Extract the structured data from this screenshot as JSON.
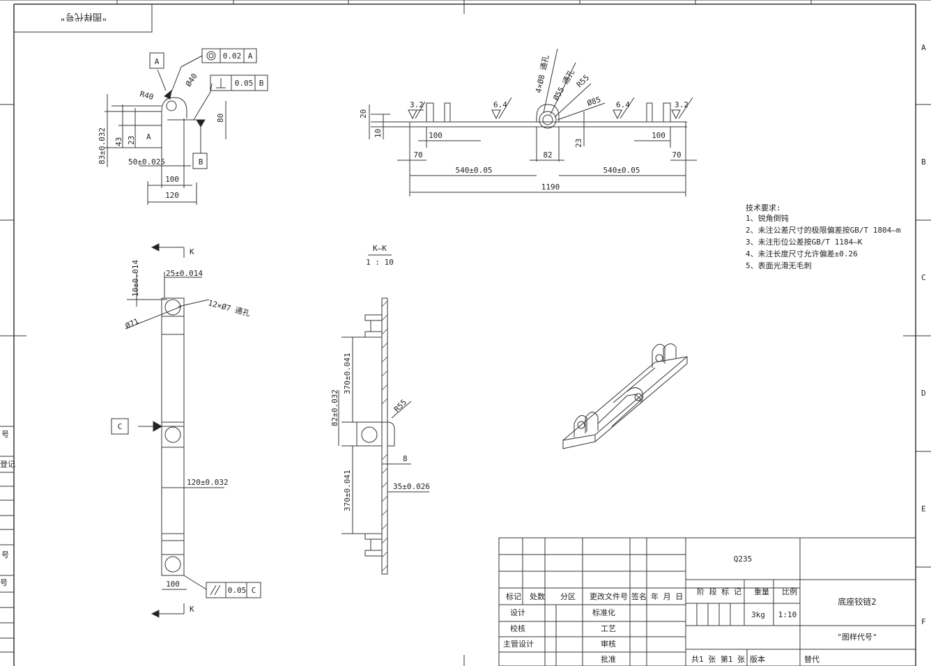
{
  "code_box": "\"图样代号\"",
  "zone_letters": [
    "A",
    "B",
    "C",
    "D",
    "E",
    "F"
  ],
  "left_margin_labels": [
    "号",
    "登记",
    "号",
    "号"
  ],
  "view_top_left": {
    "datum_a": "A",
    "datum_b": "B",
    "conc_tol": "0.02",
    "conc_ref": "A",
    "perp_tol": "0.05",
    "perp_ref": "B",
    "r40": "R40",
    "d40": "Ø40",
    "d83": "83±0.032",
    "d43": "43",
    "d23": "23",
    "d80": "80",
    "dA": "A",
    "d50": "50±0.025",
    "d100": "100",
    "d120": "120"
  },
  "view_top_right": {
    "d20": "20",
    "d10": "10",
    "r32a": "3.2",
    "r64a": "6.4",
    "r64b": "6.4",
    "r32b": "3.2",
    "hole4": "4×Ø8 通孔",
    "hole55": "Ø55 通孔",
    "r55": "R55",
    "d85": "Ø85",
    "d100a": "100",
    "d100b": "100",
    "d70a": "70",
    "d70b": "70",
    "d82": "82",
    "d23": "23",
    "d540a": "540±0.05",
    "d540b": "540±0.05",
    "d1190": "1190"
  },
  "view_bottom_left": {
    "k_top": "K",
    "k_bottom": "K",
    "d10": "10±0.014",
    "d25": "25±0.014",
    "d71": "Ø71",
    "hole12": "12×Ø7 通孔",
    "datum_c": "C",
    "d120": "120±0.032",
    "d100": "100",
    "par_tol": "0.05",
    "par_ref": "C"
  },
  "view_section": {
    "title": "K–K",
    "scale": "1 : 10",
    "d370a": "370±0.041",
    "d82": "82±0.032",
    "r55": "R55",
    "d8": "8",
    "d35": "35±0.026",
    "d370b": "370±0.041"
  },
  "tech_req": {
    "title": "技术要求:",
    "items": [
      "1、锐角倒钝",
      "2、未注公差尺寸的极限偏差按GB/T 1804—m",
      "3、未注形位公差按GB/T 1184—K",
      "4、未注长度尺寸允许偏差±0.26",
      "5、表面光滑无毛刺"
    ]
  },
  "title_block": {
    "material": "Q235",
    "rev_headers": [
      "标记",
      "处数",
      "分区",
      "更改文件号",
      "签名",
      "年 月 日"
    ],
    "design": "设计",
    "check": "校核",
    "chief": "主管设计",
    "standard": "标准化",
    "process": "工艺",
    "review": "审核",
    "approve": "批准",
    "stage": "阶 段 标 记",
    "weight_label": "重量",
    "scale_label": "比例",
    "weight": "3kg",
    "scale": "1:10",
    "part_name": "底座铰链2",
    "drawing_no": "\"图样代号\"",
    "sheets": "共1 张  第1 张",
    "version": "版本",
    "replace": "替代"
  }
}
